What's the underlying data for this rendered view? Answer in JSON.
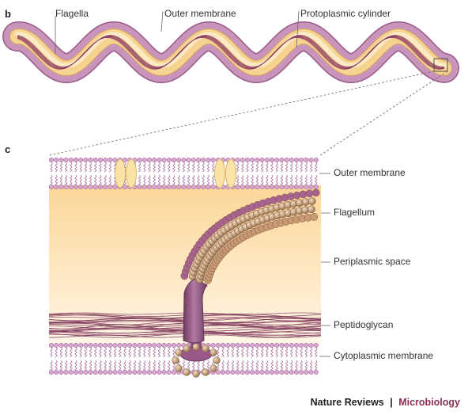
{
  "panels": {
    "b": "b",
    "c": "c"
  },
  "top_labels": {
    "flagella": "Flagella",
    "outer_membrane": "Outer membrane",
    "protoplasmic_cylinder": "Protoplasmic cylinder"
  },
  "side_labels": {
    "outer_membrane": "Outer membrane",
    "flagellum": "Flagellum",
    "periplasmic_space": "Periplasmic space",
    "peptidoglycan": "Peptidoglycan",
    "cytoplasmic_membrane": "Cytoplasmic membrane"
  },
  "credit": {
    "journal": "Nature Reviews",
    "separator": "|",
    "section": "Microbiology"
  },
  "colors": {
    "outer_membrane": "#c994bb",
    "outer_membrane_edge": "#9b5a8a",
    "cylinder": "#f6d391",
    "cylinder_light": "#fdf0cf",
    "flagella_fibre": "#8a3560",
    "periplasm_top": "#fbd698",
    "periplasm_bottom": "#fff6e6",
    "lipid_head": "#d7a6cf",
    "lipid_tail": "#9a5a8e",
    "porin": "#fbe3a6",
    "hook": "#8d4f7a",
    "bead": "#c9a886",
    "bead_dark": "#9c7351",
    "leader": "#666666",
    "credit_journal": "#222222",
    "credit_section": "#8c2f5a"
  }
}
